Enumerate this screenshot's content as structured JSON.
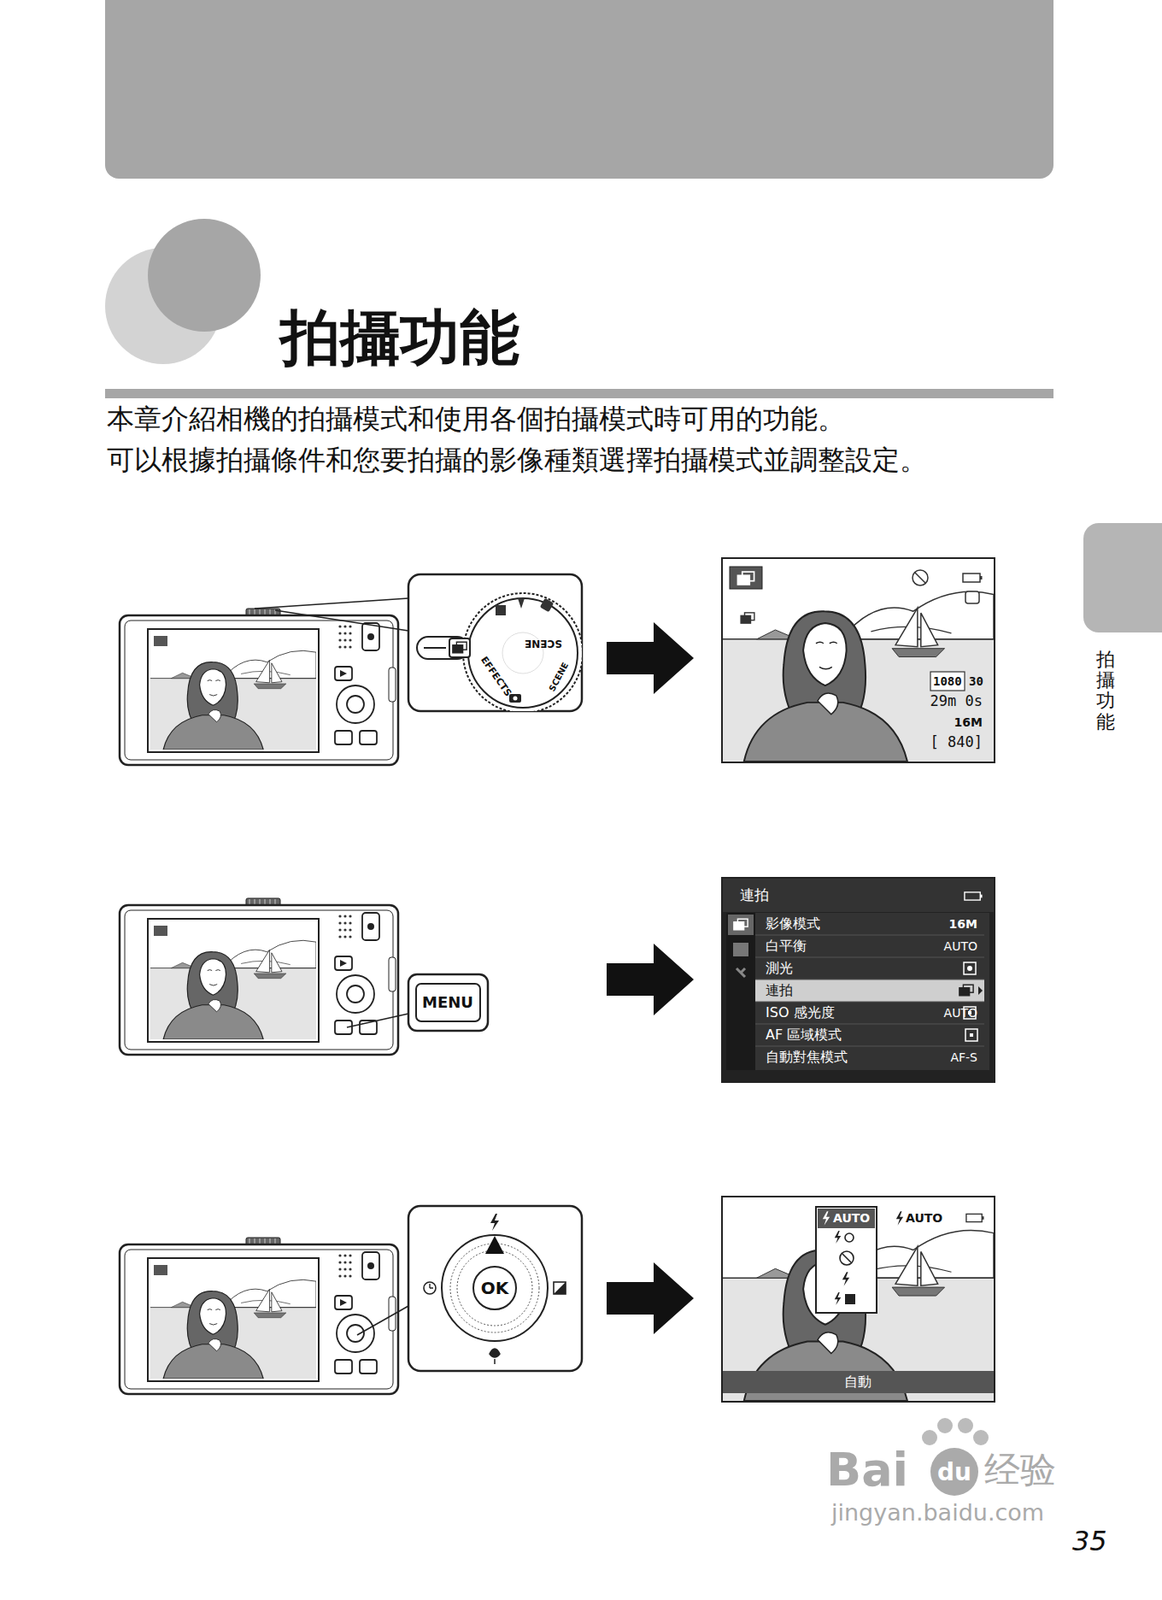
{
  "diagram": {
    "title": "拍攝功能",
    "nodes": [
      {
        "text": [
          "拍攝功能"
        ]
      }
    ],
    "labels": [
      "本章介紹相機的拍攝模式和使用各個拍攝模式時可用的功能。",
      "可以根據拍攝條件和您要拍攝的影像種類選擇拍攝模式並調整設定。",
      "SCENE",
      "EFFECTS",
      "SCENE",
      "1080",
      "30",
      "29m 0s",
      "16M",
      "[ 840]",
      "MENU",
      "連拍",
      "影像模式",
      "16M",
      "白平衡",
      "AUTO",
      "測光",
      "連拍",
      "ISO 感光度",
      "AUTO",
      "AF 區域模式",
      "自動對焦模式",
      "AF-S",
      "OK",
      "AUTO",
      "AUTO",
      "自動",
      "35",
      "Bai",
      "du",
      "经验",
      "jingyan.baidu.com"
    ]
  }
}
